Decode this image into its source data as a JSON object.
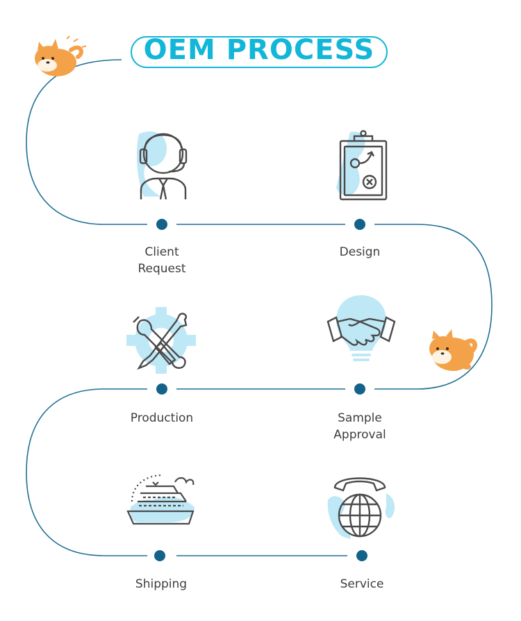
{
  "title": "OEM PROCESS",
  "colors": {
    "accent": "#11b6d8",
    "path": "#1f6f95",
    "node": "#12628a",
    "icon_fill": "#bfe8f6",
    "icon_stroke": "#4a4a4a",
    "mascot": "#f4a24a"
  },
  "steps": [
    {
      "label_lines": [
        "Client",
        "Request"
      ],
      "icon": "headset-agent-icon"
    },
    {
      "label_lines": [
        "Design"
      ],
      "icon": "clipboard-strategy-icon"
    },
    {
      "label_lines": [
        "Production"
      ],
      "icon": "tools-gear-icon"
    },
    {
      "label_lines": [
        "Sample",
        "Approval"
      ],
      "icon": "handshake-icon"
    },
    {
      "label_lines": [
        "Shipping"
      ],
      "icon": "cruise-ship-icon"
    },
    {
      "label_lines": [
        "Service"
      ],
      "icon": "globe-phone-icon"
    }
  ],
  "mascots": [
    "shiba-dog-mascot-top",
    "shiba-dog-mascot-right"
  ]
}
